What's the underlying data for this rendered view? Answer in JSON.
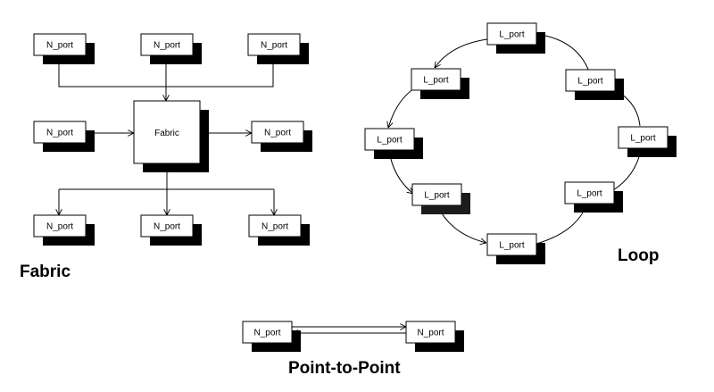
{
  "sections": {
    "fabric": {
      "title": "Fabric",
      "hub": "Fabric",
      "top_ports": [
        "N_port",
        "N_port",
        "N_port"
      ],
      "side_ports": [
        "N_port",
        "N_port"
      ],
      "bottom_ports": [
        "N_port",
        "N_port",
        "N_port"
      ]
    },
    "loop": {
      "title": "Loop",
      "ports": [
        "L_port",
        "L_port",
        "L_port",
        "L_port",
        "L_port",
        "L_port",
        "L_port",
        "L_port"
      ]
    },
    "point_to_point": {
      "title": "Point-to-Point",
      "ports": [
        "N_port",
        "N_port"
      ]
    }
  },
  "colors": {
    "shadow": "#000000",
    "loop_shadow_variant": "#1c1c1c",
    "box_fill": "#ffffff",
    "line": "#000000"
  }
}
